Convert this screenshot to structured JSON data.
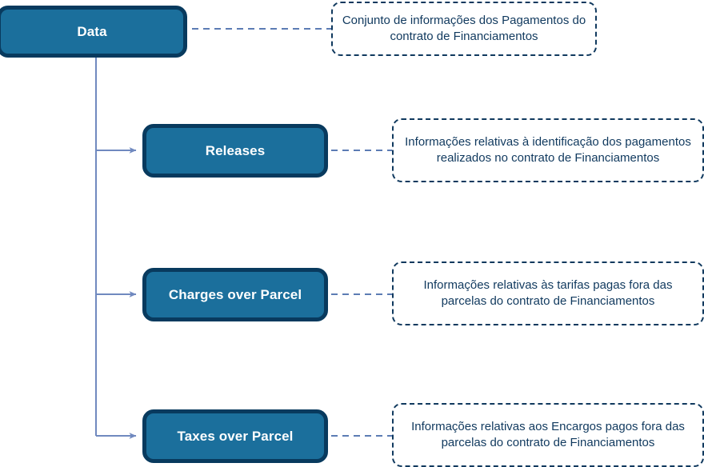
{
  "diagram": {
    "title": "Data payments contract structure",
    "colors": {
      "node_fill": "#1b6f9c",
      "node_border": "#083a5e",
      "node_text": "#ffffff",
      "note_border": "#10395e",
      "note_text": "#10395e",
      "connector": "#7089bf",
      "background": "#ffffff"
    },
    "nodes": [
      {
        "id": "data",
        "label": "Data"
      },
      {
        "id": "releases",
        "label": "Releases"
      },
      {
        "id": "charges",
        "label": "Charges over Parcel"
      },
      {
        "id": "taxes",
        "label": "Taxes over Parcel"
      }
    ],
    "notes": [
      {
        "id": "note-data",
        "text": "Conjunto de informações dos Pagamentos do contrato de Financiamentos"
      },
      {
        "id": "note-releases",
        "text": "Informações relativas à identificação dos pagamentos realizados no contrato de Financiamentos"
      },
      {
        "id": "note-charges",
        "text": "Informações relativas às tarifas pagas fora das parcelas do contrato de Financiamentos"
      },
      {
        "id": "note-taxes",
        "text": "Informações relativas aos Encargos pagos fora das parcelas do contrato de Financiamentos"
      }
    ]
  }
}
